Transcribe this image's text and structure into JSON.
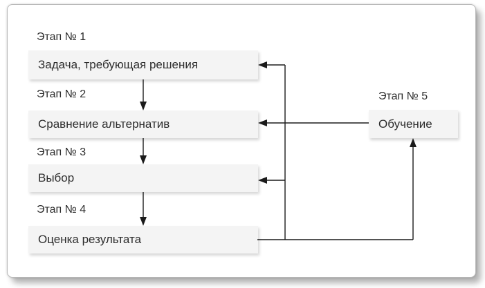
{
  "diagram": {
    "title_implicit": "Decision-making process stages flowchart",
    "stages": [
      {
        "id": 1,
        "label": "Этап № 1",
        "box": "Задача, требующая решения"
      },
      {
        "id": 2,
        "label": "Этап № 2",
        "box": "Сравнение альтернатив"
      },
      {
        "id": 3,
        "label": "Этап № 3",
        "box": "Выбор"
      },
      {
        "id": 4,
        "label": "Этап № 4",
        "box": "Оценка результата"
      },
      {
        "id": 5,
        "label": "Этап № 5",
        "box": "Обучение"
      }
    ],
    "edges": [
      {
        "from": "stage-1",
        "to": "stage-2",
        "kind": "forward-down"
      },
      {
        "from": "stage-2",
        "to": "stage-3",
        "kind": "forward-down"
      },
      {
        "from": "stage-3",
        "to": "stage-4",
        "kind": "forward-down"
      },
      {
        "from": "stage-4",
        "to": "stage-1",
        "kind": "feedback-left-loop"
      },
      {
        "from": "stage-4",
        "to": "stage-3",
        "kind": "feedback-left-loop"
      },
      {
        "from": "stage-4",
        "to": "stage-5",
        "kind": "forward-up"
      },
      {
        "from": "stage-5",
        "to": "stage-2",
        "kind": "feedback-left"
      }
    ],
    "colors": {
      "box_fill": "#f4f4f4",
      "line": "#1b1b1b",
      "text": "#2d2d2d",
      "canvas": "#ffffff"
    }
  }
}
